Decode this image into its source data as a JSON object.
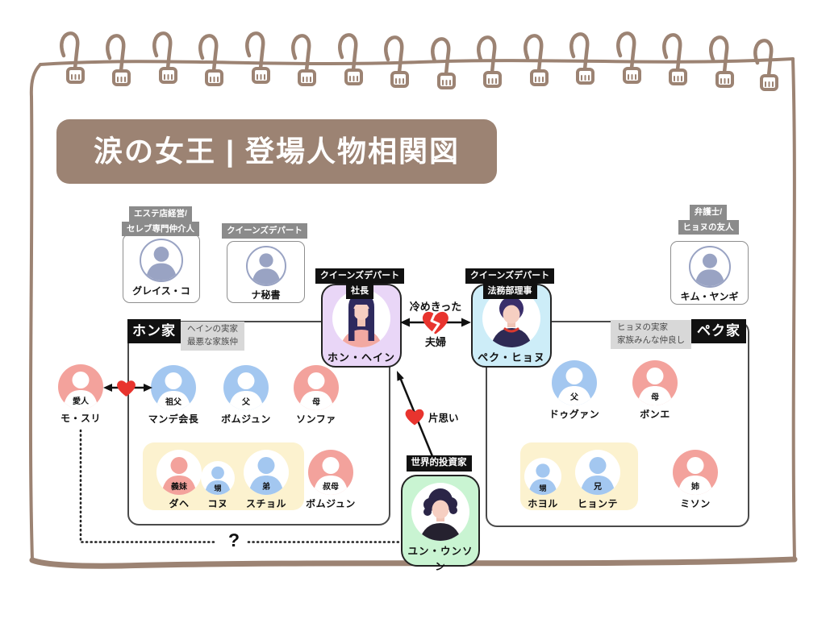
{
  "title": "涙の女王 | 登場人物相関図",
  "colors": {
    "frame_brown": "#9c8373",
    "tag_black": "#111111",
    "tag_gray": "#8b8b8b",
    "note_gray": "#d8d8d8",
    "avatar_blue": "#a3c7f0",
    "avatar_pink": "#f3a29c",
    "avatar_steel": "#99a3c3",
    "group_yellow": "#fcf2cf",
    "card_purple": "#e9d6f7",
    "card_blue": "#cdedf8",
    "card_green": "#c9f4d2",
    "heart_red": "#e8342e"
  },
  "icons": {
    "spiral": "spiral-binding",
    "person": "person-silhouette",
    "heart": "heart-icon",
    "broken_heart": "broken-heart-icon",
    "arrow": "double-arrow"
  },
  "side_characters": [
    {
      "name": "グレイス・コ",
      "tag_lines": [
        "エステ店経営/",
        "セレブ専門仲介人"
      ]
    },
    {
      "name": "ナ秘書",
      "tag_lines": [
        "クイーンズデパート"
      ]
    },
    {
      "name": "キム・ヤンギ",
      "tag_lines": [
        "弁護士/",
        "ヒョヌの友人"
      ]
    }
  ],
  "main_characters": {
    "haein": {
      "tag_lines": [
        "クイーンズデパート",
        "社長"
      ],
      "name": "ホン・ヘイン"
    },
    "hyunwoo": {
      "tag_lines": [
        "クイーンズデパート",
        "法務部理事"
      ],
      "name": "ペク・ヒョヌ"
    },
    "eunsung": {
      "tag_lines": [
        "世界的投資家"
      ],
      "name": "ユン・ウンソン"
    }
  },
  "relationships": {
    "marriage_top": "冷めきった",
    "marriage_bottom": "夫婦",
    "one_sided": "片思い",
    "mystery": "?"
  },
  "outsider": {
    "role": "愛人",
    "name": "モ・スリ"
  },
  "hong_family": {
    "label": "ホン家",
    "note_lines": [
      "ヘインの実家",
      "最悪な家族仲"
    ],
    "members": [
      {
        "role": "祖父",
        "name": "マンデ会長"
      },
      {
        "role": "父",
        "name": "ボムジュン"
      },
      {
        "role": "母",
        "name": "ソンファ"
      },
      {
        "role": "義妹",
        "name": "ダヘ"
      },
      {
        "role": "甥",
        "name": "コヌ"
      },
      {
        "role": "弟",
        "name": "スチョル"
      },
      {
        "role": "叔母",
        "name": "ボムジュン"
      }
    ]
  },
  "baek_family": {
    "label": "ペク家",
    "note_lines": [
      "ヒョヌの実家",
      "家族みんな仲良し"
    ],
    "members": [
      {
        "role": "父",
        "name": "ドゥグァン"
      },
      {
        "role": "母",
        "name": "ボンエ"
      },
      {
        "role": "甥",
        "name": "ホヨル"
      },
      {
        "role": "兄",
        "name": "ヒョンテ"
      },
      {
        "role": "姉",
        "name": "ミソン"
      }
    ]
  }
}
